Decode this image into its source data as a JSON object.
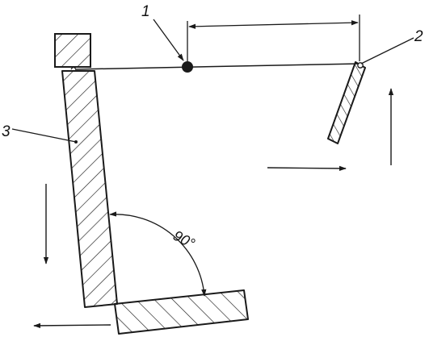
{
  "labels": {
    "part_1": "1",
    "part_2": "2",
    "part_3": "3"
  },
  "angle": {
    "value": "90°"
  },
  "colors": {
    "stroke": "#1a1a1a",
    "background": "#ffffff"
  },
  "icons": {
    "arrows": [
      "arrow-up-icon",
      "arrow-right-icon",
      "arrow-down-icon",
      "arrow-left-icon"
    ]
  }
}
